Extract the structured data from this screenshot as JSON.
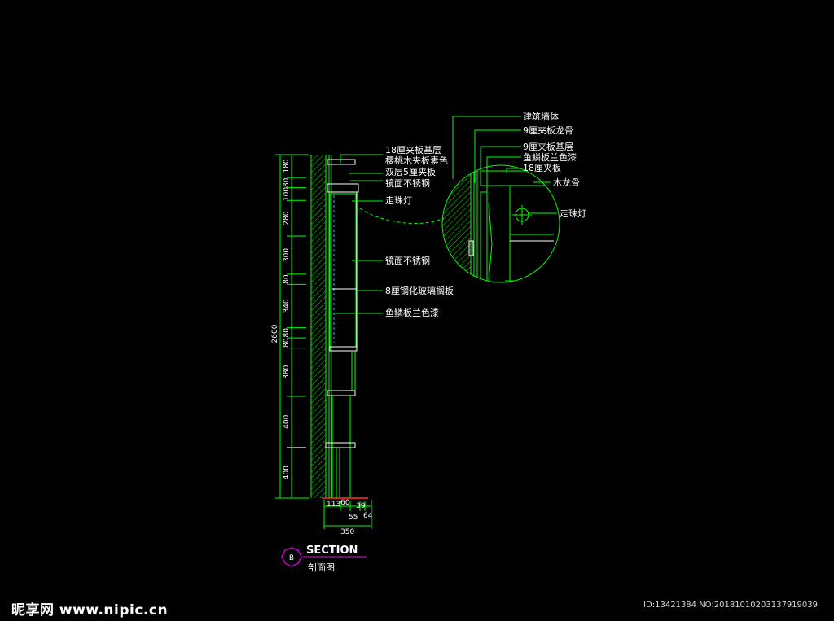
{
  "section_title": "SECTION",
  "section_subtitle": "剖面图",
  "section_marker": "B",
  "labels_main": [
    "18厘夹板基层",
    "樱桃木夹板素色",
    "双层5厘夹板",
    "镜面不锈钢",
    "走珠灯",
    "镜面不锈钢",
    "8厘钢化玻璃搁板",
    "鱼鳞板兰色漆"
  ],
  "labels_detail": [
    "建筑墙体",
    "9厘夹板龙骨",
    "9厘夹板基层",
    "鱼鳞板兰色漆",
    "18厘夹板",
    "木龙骨",
    "走珠灯"
  ],
  "total_height": "2600",
  "vertical_dims": [
    "180",
    "80",
    "100",
    "280",
    "300",
    "80",
    "340",
    "80",
    "80",
    "380",
    "400",
    "400"
  ],
  "bottom_dims": [
    "113",
    "60",
    "39",
    "55",
    "64",
    "350"
  ],
  "watermark": "昵享网 www.nipic.cn",
  "image_id": "ID:13421384 NO:20181010203137919039",
  "colors": {
    "background": "#000000",
    "line": "#00ff00",
    "text": "#ffffff",
    "marker": "#cc00cc",
    "hatch": "#00cc00"
  }
}
